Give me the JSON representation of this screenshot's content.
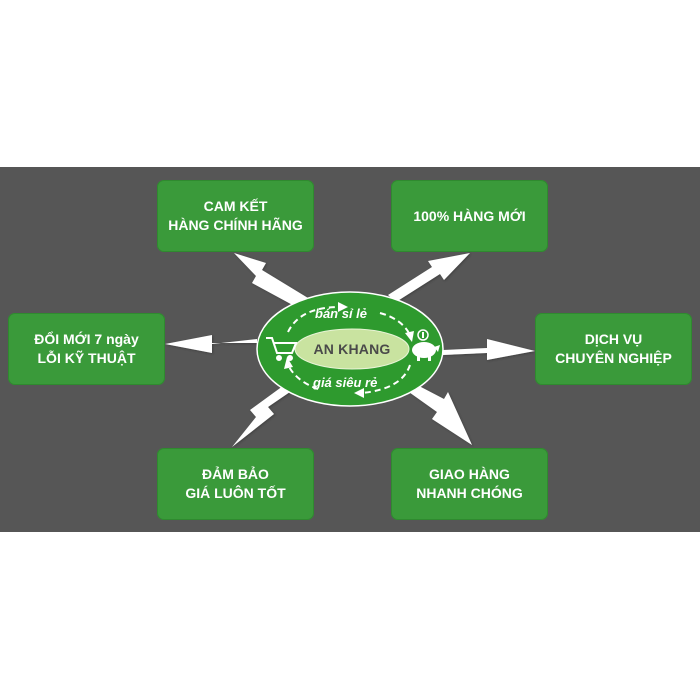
{
  "colors": {
    "banner_bg": "#565656",
    "box_green": "#3a9a3a",
    "hub_green": "#2e9a2e",
    "hub_center": "#c9e3a0",
    "arrow": "#ffffff"
  },
  "boxes": {
    "top_left": {
      "line1": "CAM KẾT",
      "line2": "HÀNG CHÍNH HÃNG"
    },
    "top_right": {
      "line1": "100% HÀNG MỚI"
    },
    "mid_left": {
      "line1": "ĐỔI MỚI 7 ngày",
      "line2": "LỖI KỸ THUẬT"
    },
    "mid_right": {
      "line1": "DỊCH VỤ",
      "line2": "CHUYÊN NGHIỆP"
    },
    "bottom_left": {
      "line1": "ĐẢM BẢO",
      "line2": "GIÁ LUÔN TỐT"
    },
    "bottom_right": {
      "line1": "GIAO HÀNG",
      "line2": "NHANH CHÓNG"
    }
  },
  "hub": {
    "center": "AN KHANG",
    "top": "bán sỉ lẻ",
    "bottom": "giá siêu rẻ",
    "left_icon": "shopping-cart-icon",
    "right_icon": "piggy-bank-icon"
  }
}
